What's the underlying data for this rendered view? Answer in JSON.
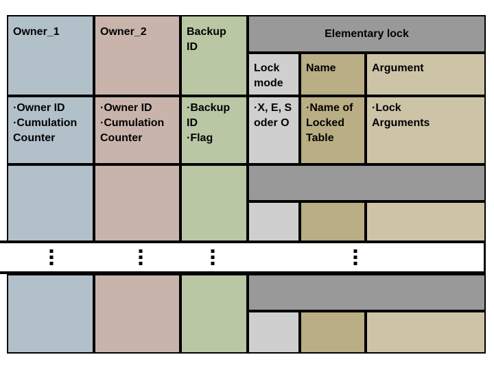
{
  "slide": {
    "background": "#ffffff"
  },
  "colors": {
    "owner1_fill": "#b2c0c9",
    "owner2_fill": "#c9b4ac",
    "backup_id_fill": "#b9c7a4",
    "elementary_lock_fill": "#999999",
    "lock_mode_fill": "#cfcfcf",
    "name_fill": "#b9ae84",
    "argument_fill": "#cdc4a8",
    "border": "#000000"
  },
  "table": {
    "columns": {
      "owner1": {
        "header": "Owner_1",
        "description": "·Owner ID\n·Cumulation\nCounter"
      },
      "owner2": {
        "header": "Owner_2",
        "description": "·Owner ID\n·Cumulation\nCounter"
      },
      "backup_id": {
        "header": "Backup\nID",
        "description": "·Backup\nID\n·Flag"
      },
      "elementary_lock": {
        "header": "Elementary lock"
      },
      "lock_mode": {
        "header": "Lock\nmode",
        "description": "·X, E, S\noder O"
      },
      "name": {
        "header": "Name",
        "description": "·Name of\nLocked\nTable"
      },
      "argument": {
        "header": "Argument",
        "description": "·Lock\nArguments"
      }
    }
  }
}
